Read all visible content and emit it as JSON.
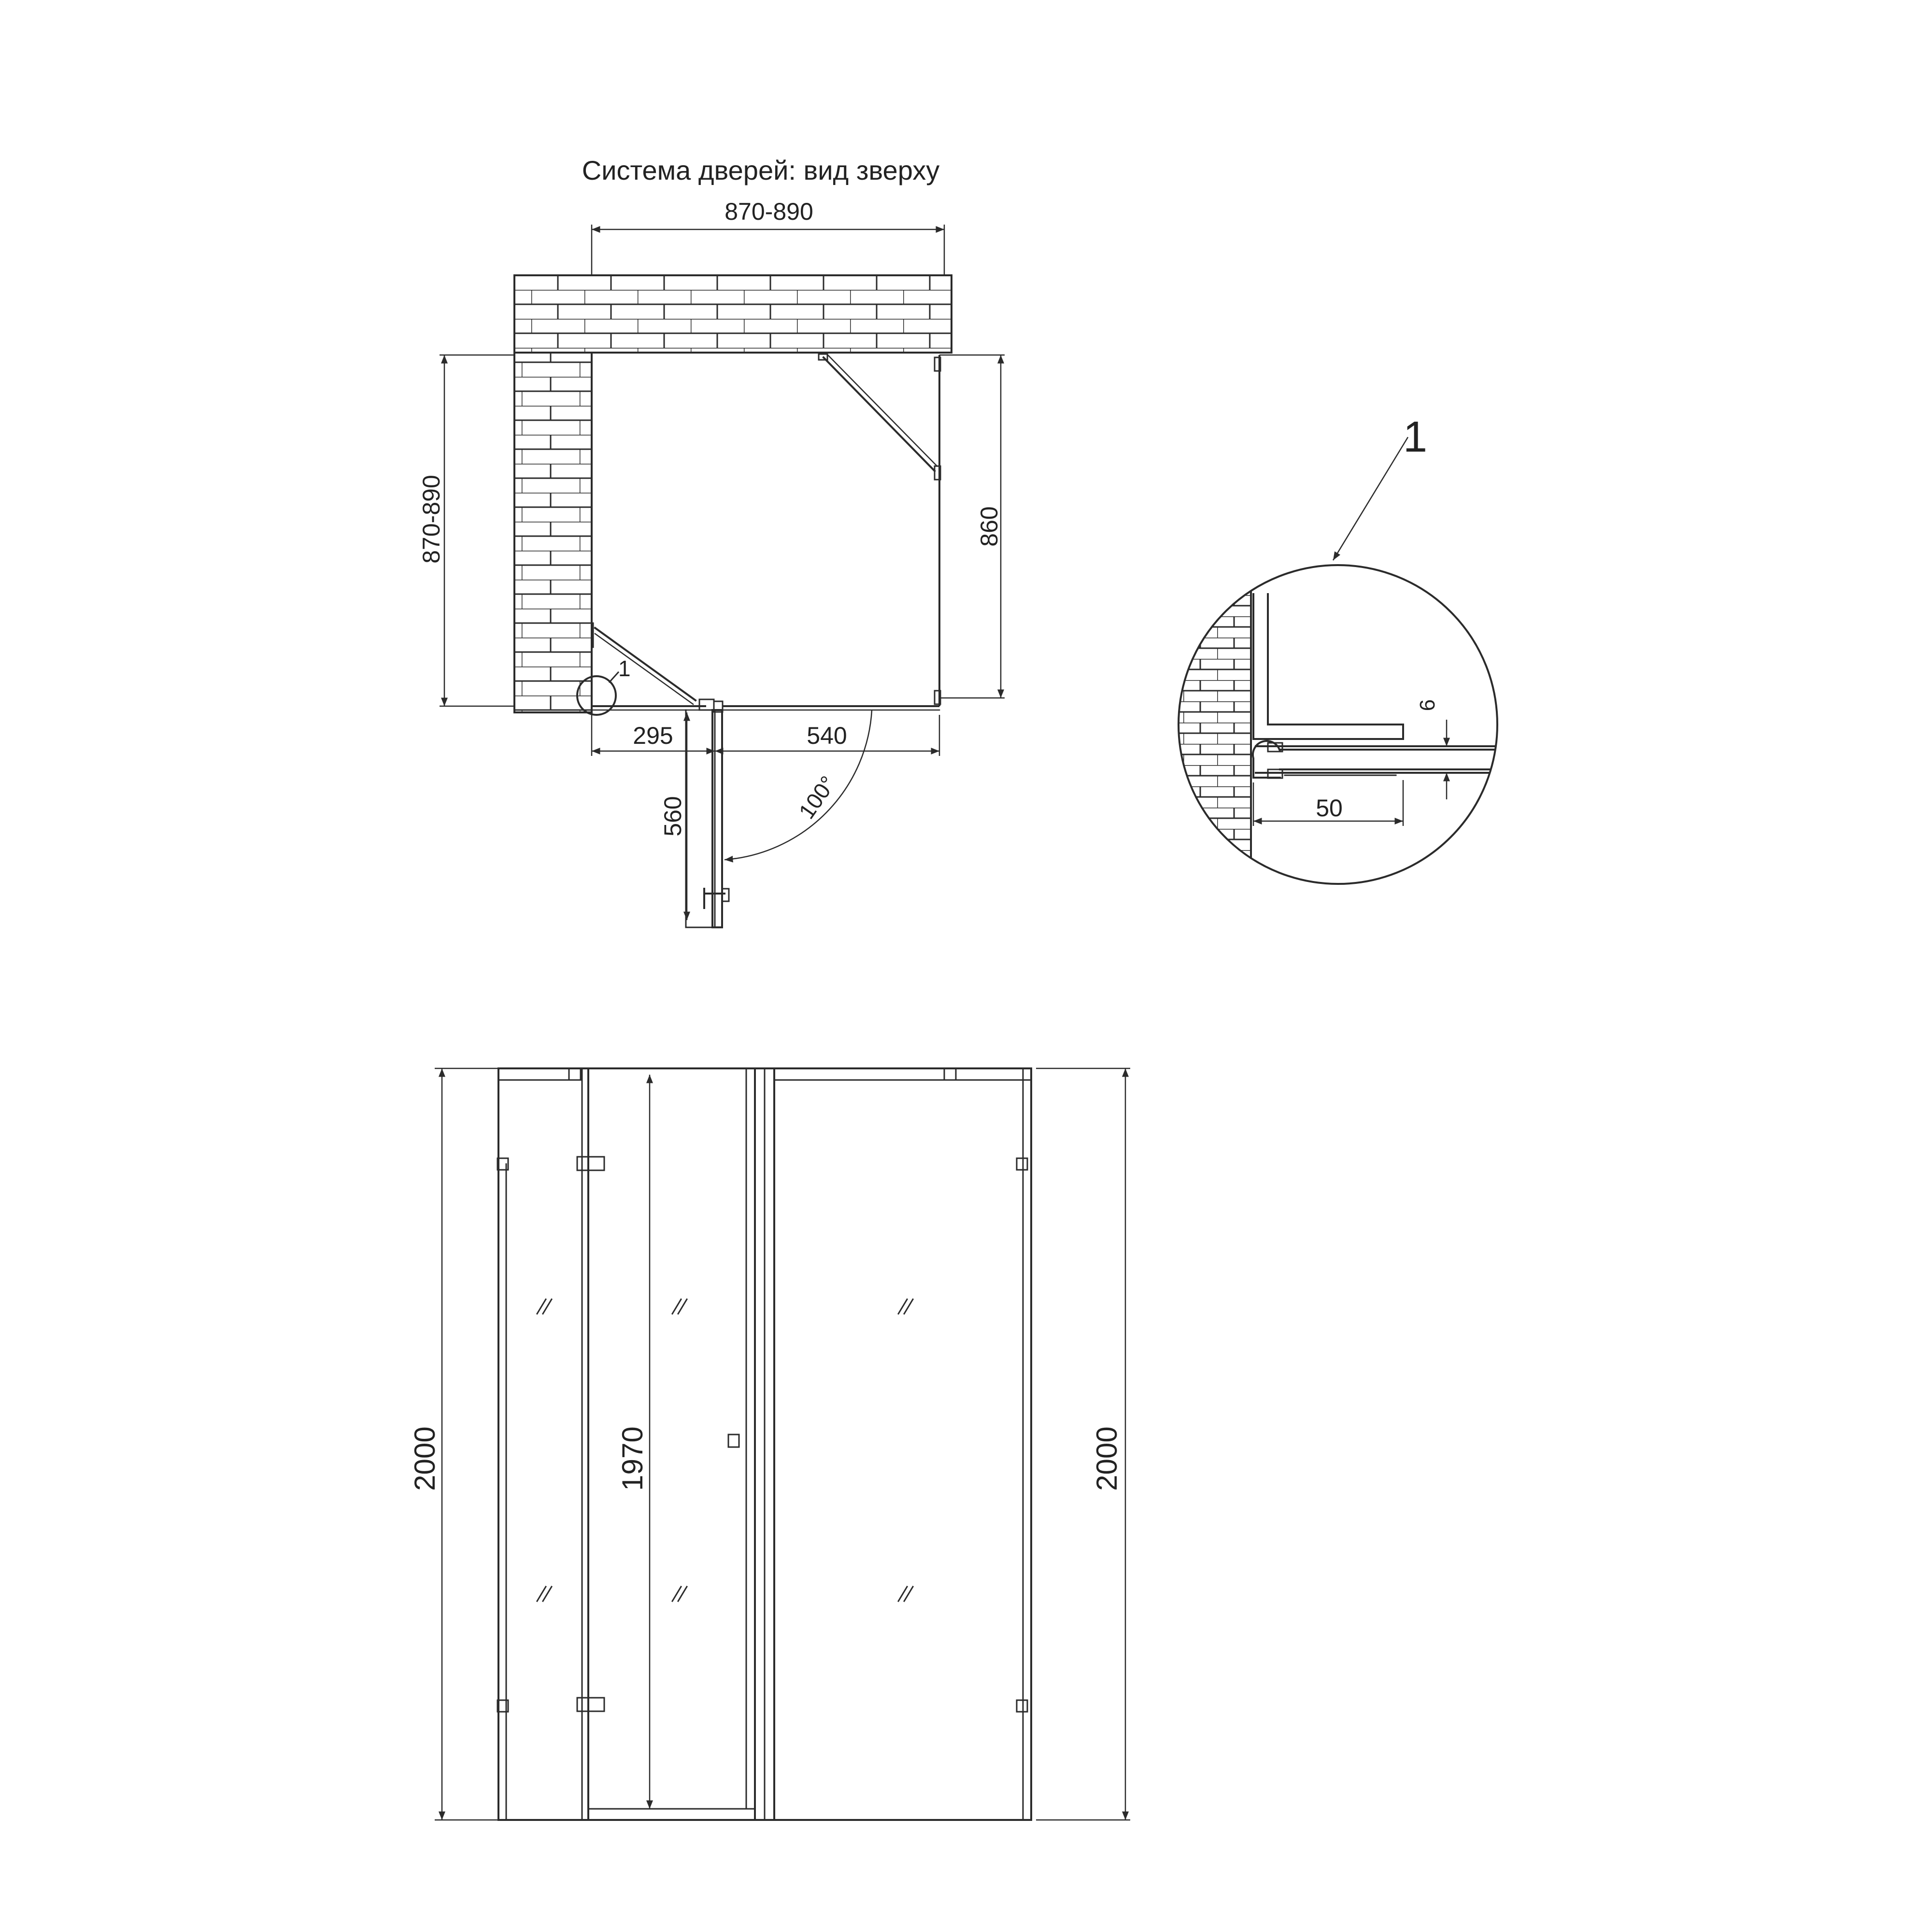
{
  "title": "Система дверей: вид зверху",
  "top_view": {
    "dim_top_width": "870-890",
    "dim_left_depth": "870-890",
    "dim_right_panel": "860",
    "dim_bottom_left": "295",
    "dim_bottom_right": "540",
    "dim_door_width": "560",
    "door_angle": "100°",
    "detail_marker": "1"
  },
  "detail": {
    "marker": "1",
    "dim_gap": "6",
    "dim_width": "50"
  },
  "front_view": {
    "dim_height_left": "2000",
    "dim_door_height": "1970",
    "dim_height_right": "2000"
  },
  "colors": {
    "line": "#2b2b2b",
    "background": "#ffffff"
  }
}
